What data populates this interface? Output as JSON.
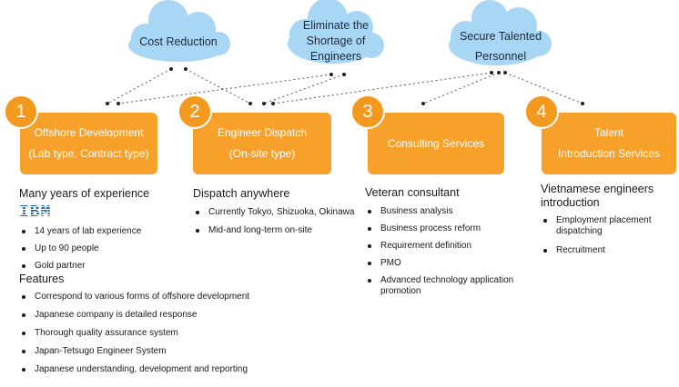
{
  "clouds": [
    {
      "label": "Cost Reduction"
    },
    {
      "label": "Eliminate the Shortage of Engineers"
    },
    {
      "label": "Secure Talented Personnel"
    }
  ],
  "services": [
    {
      "number": "1",
      "title_line1": "Offshore Development",
      "title_line2": "(Lab type, Contract type)"
    },
    {
      "number": "2",
      "title_line1": "Engineer Dispatch",
      "title_line2": "(On-site type)"
    },
    {
      "number": "3",
      "title_line1": "Consulting Services",
      "title_line2": ""
    },
    {
      "number": "4",
      "title_line1": "Talent",
      "title_line2": "Introduction Services"
    }
  ],
  "details": {
    "offshore": {
      "heading": "Many years of experience",
      "logo_text": "IBM",
      "items": [
        "14 years of lab experience",
        "Up to 90 people",
        "Gold partner"
      ],
      "features_heading": "Features",
      "features": [
        "Correspond to various forms of offshore development",
        "Japanese company is detailed response",
        "Thorough quality assurance system",
        "Japan-Tetsugo Engineer System",
        "Japanese understanding, development and reporting"
      ]
    },
    "dispatch": {
      "heading": "Dispatch anywhere",
      "items": [
        "Currently Tokyo, Shizuoka, Okinawa",
        "Mid-and long-term on-site"
      ]
    },
    "consulting": {
      "heading": "Veteran consultant",
      "items": [
        "Business analysis",
        "Business process reform",
        "Requirement definition",
        "PMO",
        "Advanced technology application promotion"
      ]
    },
    "talent": {
      "heading": "Vietnamese engineers introduction",
      "items": [
        "Employment placement dispatching",
        "Recruitment"
      ]
    }
  },
  "colors": {
    "cloud": "#a8d6f5",
    "accent": "#f7a12a",
    "badge": "#f39a1e",
    "connector": "#555555"
  }
}
